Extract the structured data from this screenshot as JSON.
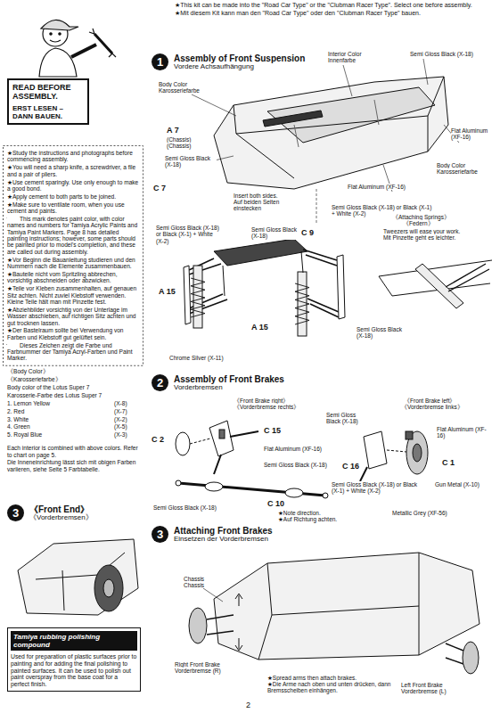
{
  "diagram": {
    "nodes": [
      {
        "text": [
          "READ BEFORE ASSEMBLY.",
          "ERST LESEN – DANN BAUEN."
        ]
      },
      {
        "text": [
          "1",
          "Assembly of Front Suspension",
          "Vordere Achsaufhängung"
        ]
      },
      {
        "text": [
          "2",
          "Assembly of Front Brakes",
          "Vorderbremsen"
        ]
      },
      {
        "text": [
          "3",
          "Attaching Front Brakes",
          "Einsetzen der Vorderbremsen"
        ]
      },
      {
        "text": [
          "3",
          "《Front End》",
          "《Vorderbremsen》"
        ]
      },
      {
        "text": [
          "Tamiya rubbing polishing compound",
          "Used for preparation of plastic surfaces prior to painting and for adding the final polishing to painted surfaces. It can be used to polish out paint overspray from the base coat for a perfect finish."
        ]
      }
    ],
    "labels": [
      "★This kit can be made into the \"Road Car Type\" or the \"Clubman Racer Type\". Select one before assembly.",
      "★Mit diesem Kit kann man den \"Road Car Type\" oder den \"Clubman Racer Type\" bauen.",
      "★Study the instructions and photographs before commencing assembly.",
      "★You will need a sharp knife, a screwdriver, a file and a pair of pliers.",
      "★Use cement sparingly. Use only enough to make a good bond.",
      "★Apply cement to both parts to be joined.",
      "★Make sure to ventilate room, when you use cement and paints.",
      "This mark denotes paint color, with color names and numbers for Tamiya Acrylic Paints and Tamiya Paint Markers. Page 8 has detailed painting instructions; however, some parts should be painted prior to model's completion, and these are called out during assembly.",
      "★Vor Beginn die Bauanleitung studieren und den Nummern nach die Elemente zusammenbauen.",
      "★Bauteile nicht vom Spritzling abbrechen, vorsichtig abschneiden oder abzwicken.",
      "★Teile vor Kleben zusammenhalten, auf genauen Sitz achten. Nicht zuviel Klebstoff verwenden. Kleine Teile hält man mit Pinzette fest.",
      "★Abziehbilder vorsichtig von der Unterlage im Wasser abschieben, auf richtigen Sitz achten und gut trocknen lassen.",
      "★Der Bastelraum sollte bei Verwendung von Farben und Klebstoff gut gelüftet sein.",
      "Dieses Zeichen zeigt die Farbe und Farbnummer der Tamiya Acryl-Farben und Paint Marker.",
      "《Body Color》",
      "《Karosseriefarbe》",
      "Body color of the Lotus Super 7",
      "Karosserie-Farbe des Lotus Super 7",
      "1. Lemon Yellow",
      "(X-8)",
      "2. Red",
      "(X-7)",
      "3. White",
      "(X-2)",
      "4. Green",
      "(X-5)",
      "5. Royal Blue",
      "(X-3)",
      "Each interior is combined with above colors. Refer to chart on page 5.",
      "Die Inneneinrichtung lässt sich mit obigen Farben variieren, siehe Seite 5 Farbtabelle.",
      "Interior Color",
      "Innenfarbe",
      "Semi Gloss Black (X-18)",
      "Body Color",
      "Karosseriefarbe",
      "A 7",
      "(Chassis)",
      "(Chassis)",
      "Semi Gloss Black (X-18)",
      "Flat Aluminum (XF-16)",
      "Body Color",
      "Karosseriefarbe",
      "Flat Aluminum (XF-16)",
      "C 7",
      "Insert both sides.",
      "Auf beiden Seiten einstecken",
      "Semi Gloss Black (X-18) or Black (X-1) + White (X-2)",
      "Semi Gloss Black (X-18) or Black (X-1) + White (X-2)",
      "Semi Gloss Black (X-18)",
      "C 9",
      "《Attaching Springs》",
      "《Federn》",
      "Tweezers will ease your work.",
      "Mit Pinzette geht es leichter.",
      "A 15",
      "A 15",
      "Semi Gloss Black (X-18)",
      "Chrome Silver (X-11)",
      "《Front Brake right》",
      "《Vorderbremse rechts》",
      "C 2",
      "C 15",
      "Flat Aluminum (XF-16)",
      "Semi Gloss Black (X-18)",
      "Semi Gloss Black (X-18)",
      "C 10",
      "《Front Brake left》",
      "《Vorderbremse links》",
      "Semi Gloss Black (X-18)",
      "Flat Aluminum (XF-16)",
      "C 16",
      "C 1",
      "Semi Gloss Black (X-18) or Black (X-1) + White (X-2)",
      "Gun Metal (X-10)",
      "Metallic Grey (XF-56)",
      "★Note direction.",
      "★Auf Richtung achten.",
      "Chassis",
      "Chassis",
      "Right Front Brake",
      "Vorderbremse (R)",
      "★Spread arms then attach brakes.",
      "★Die Arme nach oben und unten drücken, dann Bremsscheiben einhängen.",
      "Left Front Brake",
      "Vorderbremse (L)",
      "2"
    ]
  }
}
